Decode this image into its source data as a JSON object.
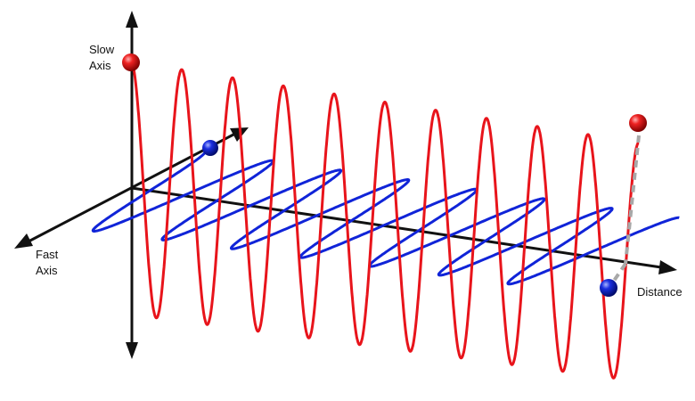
{
  "labels": {
    "slow_line1": "Slow",
    "slow_line2": "Axis",
    "fast_line1": "Fast",
    "fast_line2": "Axis",
    "distance": "Distance"
  },
  "colors": {
    "slow_wave": "#e8141b",
    "fast_wave": "#1024d8",
    "axis": "#111111",
    "projection": "#a8a8a8"
  }
}
